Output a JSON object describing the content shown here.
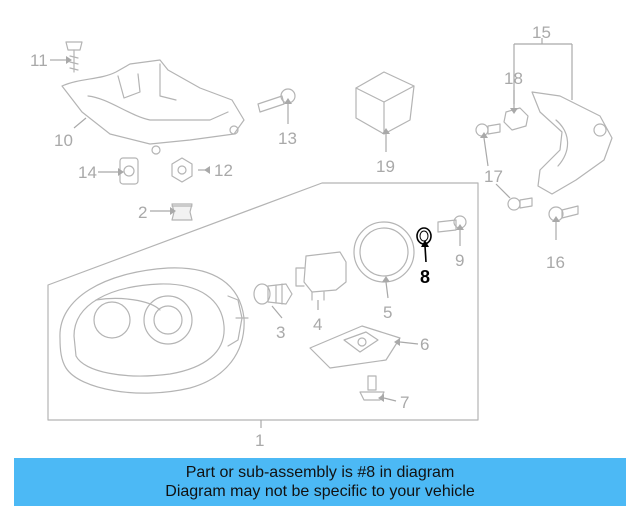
{
  "callouts": {
    "c1": "1",
    "c2": "2",
    "c3": "3",
    "c4": "4",
    "c5": "5",
    "c6": "6",
    "c7": "7",
    "c8": "8",
    "c9": "9",
    "c10": "10",
    "c11": "11",
    "c12": "12",
    "c13": "13",
    "c14": "14",
    "c15": "15",
    "c16": "16",
    "c17": "17",
    "c18": "18",
    "c19": "19"
  },
  "highlighted_part": "8",
  "banner": {
    "line1": "Part or sub-assembly is #8 in diagram",
    "line2": "Diagram may not be specific to your vehicle",
    "background": "#4cb9f5"
  },
  "colors": {
    "parts": "#b4b4b4",
    "labels": "#a9a9a9",
    "highlight": "#000000"
  }
}
